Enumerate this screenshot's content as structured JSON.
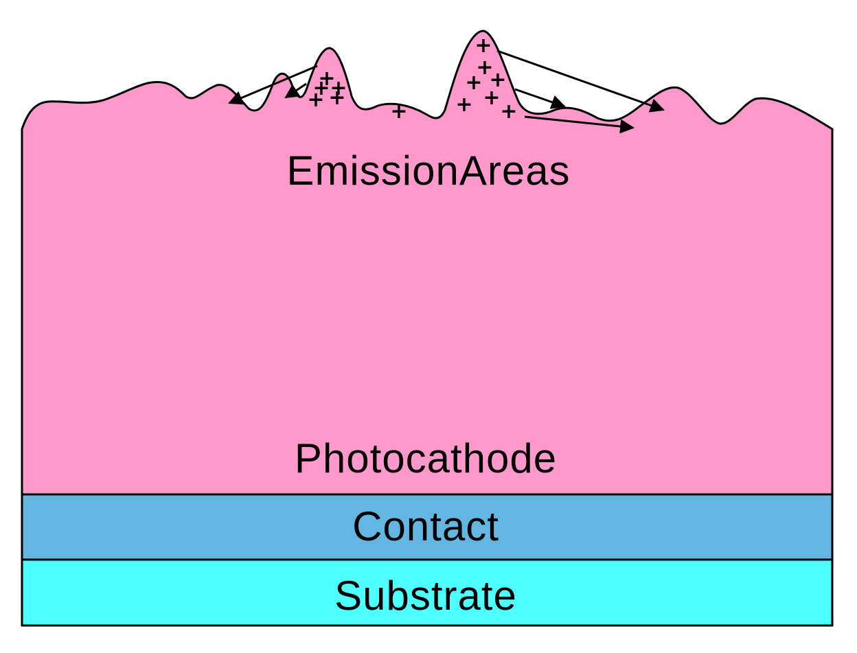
{
  "colors": {
    "photocathode": "#ff99cc",
    "contact": "#62b6e1",
    "substrate": "#4dffff",
    "outline": "#000000"
  },
  "labels": {
    "emission_areas": "EmissionAreas",
    "photocathode": "Photocathode",
    "contact": "Contact",
    "substrate": "Substrate"
  },
  "charge_symbol": "+"
}
